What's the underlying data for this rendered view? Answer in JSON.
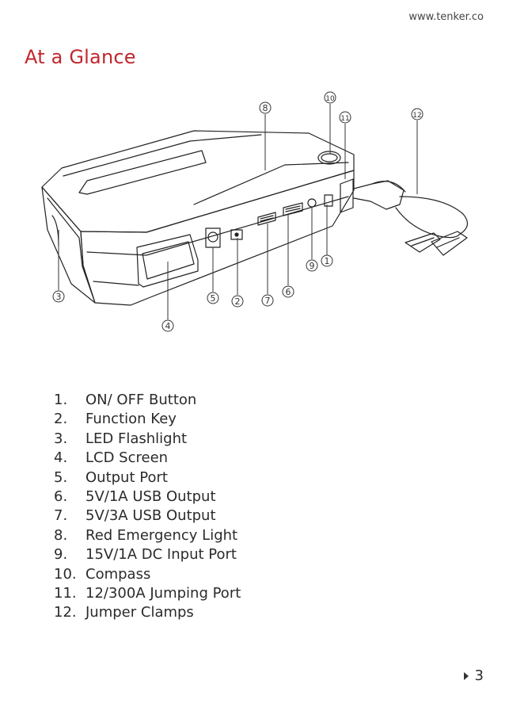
{
  "header": {
    "site_url": "www.tenker.co"
  },
  "title": "At a Glance",
  "callouts": [
    "1",
    "2",
    "3",
    "4",
    "5",
    "6",
    "7",
    "8",
    "9",
    "10",
    "11",
    "12"
  ],
  "parts": [
    {
      "num": "1.",
      "label": "ON/ OFF Button"
    },
    {
      "num": "2.",
      "label": "Function Key"
    },
    {
      "num": "3.",
      "label": "LED Flashlight"
    },
    {
      "num": "4.",
      "label": "LCD Screen"
    },
    {
      "num": "5.",
      "label": "Output Port"
    },
    {
      "num": "6.",
      "label": "5V/1A USB Output"
    },
    {
      "num": "7.",
      "label": "5V/3A USB Output"
    },
    {
      "num": "8.",
      "label": "Red Emergency Light"
    },
    {
      "num": "9.",
      "label": "15V/1A DC Input Port"
    },
    {
      "num": "10.",
      "label": "Compass"
    },
    {
      "num": "11.",
      "label": "12/300A Jumping Port"
    },
    {
      "num": "12.",
      "label": "Jumper Clamps"
    }
  ],
  "footer": {
    "page_number": "3"
  },
  "colors": {
    "title": "#c1272d",
    "text": "#2b2b2b"
  }
}
